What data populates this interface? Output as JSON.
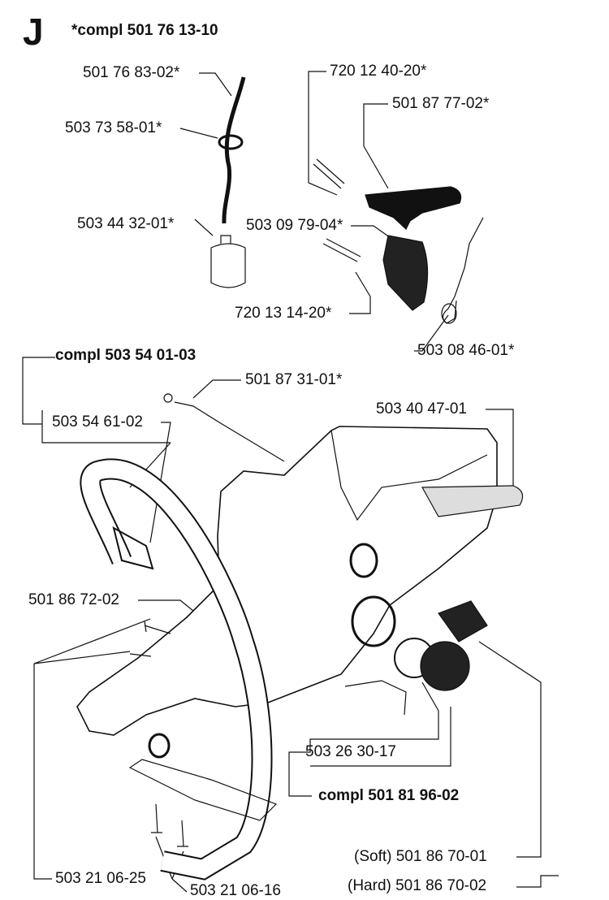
{
  "section_letter": "J",
  "top_assembly": "*compl 501 76 13-10",
  "labels": {
    "hose_top": "501 76 83-02*",
    "grommet": "503 73 58-01*",
    "filter": "503 44 32-01*",
    "pin_upper": "720 12 40-20*",
    "throttle_trigger": "501 87 77-02*",
    "lockout": "503 09 79-04*",
    "pin_lower": "720 13 14-20*",
    "spring": "503 08 46-01*",
    "tank_assembly": "compl 503 54 01-03",
    "vent": "501 87 31-01*",
    "rear_handle": "503 40 47-01",
    "front_handle": "503 54 61-02",
    "bracket": "501 86 72-02",
    "cap_seal": "503 26 30-17",
    "cap_assembly": "compl 501 81 96-02",
    "bushing_soft": "(Soft) 501 86 70-01",
    "bushing_hard": "(Hard) 501 86 70-02",
    "screw_a": "503 21 06-25",
    "screw_b": "503 21 06-16"
  }
}
